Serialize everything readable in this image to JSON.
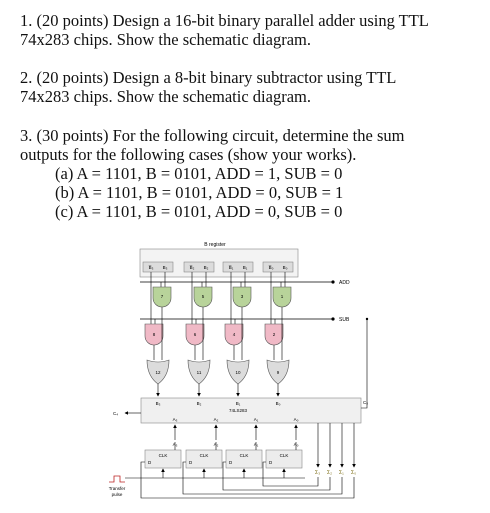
{
  "problems": [
    {
      "lines": [
        "1. (20 points) Design a 16-bit binary parallel adder using TTL",
        "74x283 chips. Show the schematic diagram."
      ]
    },
    {
      "lines": [
        "2. (20 points) Design a 8-bit binary subtractor using TTL",
        "74x283 chips. Show the schematic diagram."
      ]
    },
    {
      "lines": [
        "3. (30 points) For the following circuit, determine the sum",
        "outputs for the following cases (show your works)."
      ],
      "cases": [
        "(a) A = 1101, B = 0101, ADD = 1, SUB = 0",
        "(b) A = 1101, B = 0101, ADD = 0, SUB = 1",
        "(c) A = 1101, B = 0101, ADD = 0, SUB = 0"
      ]
    }
  ],
  "circuit": {
    "b_register_label": "B register",
    "b_cells": [
      {
        "bar": "B̅₃",
        "b": "B₃"
      },
      {
        "bar": "B̅₂",
        "b": "B₂"
      },
      {
        "bar": "B̅₁",
        "b": "B₁"
      },
      {
        "bar": "B̅₀",
        "b": "B₀"
      }
    ],
    "add_label": "ADD",
    "sub_label": "SUB",
    "and_upper": [
      "7",
      "5",
      "3",
      "1"
    ],
    "and_lower": [
      "8",
      "6",
      "4",
      "2"
    ],
    "or_gates": [
      "12",
      "11",
      "10",
      "9"
    ],
    "adder": {
      "name": "74LS283",
      "b_pins": [
        "B₃",
        "B₂",
        "B₁",
        "B₀"
      ],
      "a_pins": [
        "A₃",
        "A₂",
        "A₁",
        "A₀"
      ],
      "cout": "C₄",
      "cin": "C₀"
    },
    "a_reg_out": [
      "A₃",
      "A₂",
      "A₁",
      "A₀"
    ],
    "ff_d": "D",
    "ff_clk": "CLK",
    "sum_labels": [
      "Σ₃",
      "Σ₂",
      "Σ₁",
      "Σ₀"
    ],
    "transfer_line1": "Transfer",
    "transfer_line2": "pulse"
  }
}
